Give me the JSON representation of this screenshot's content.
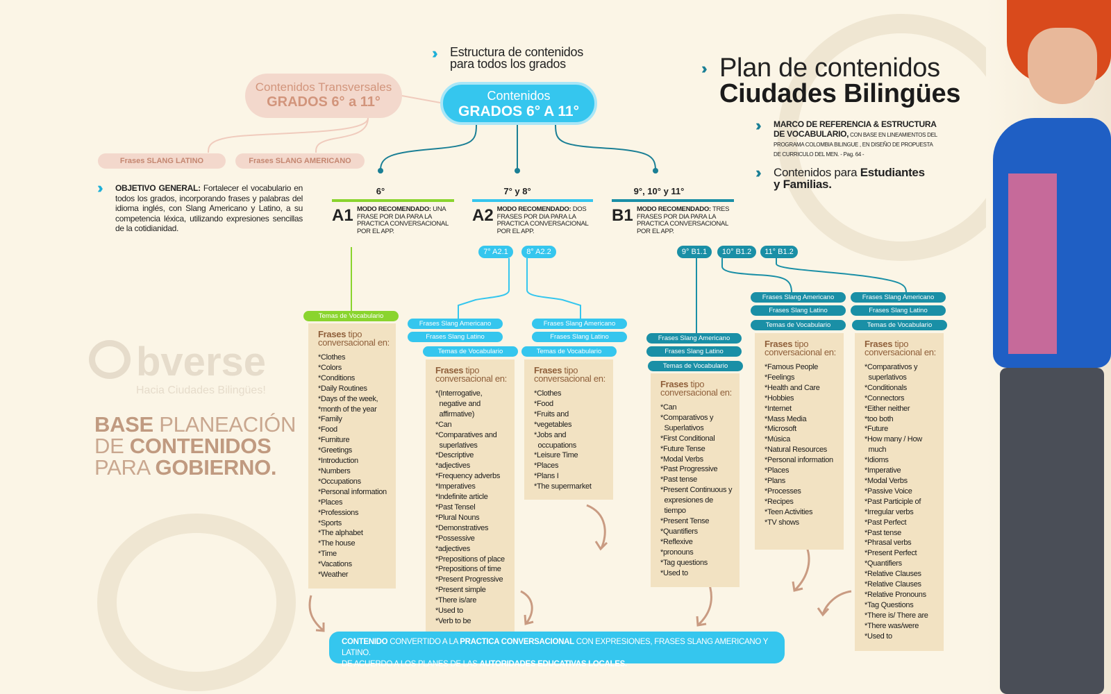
{
  "header": {
    "estructura_line1": "Estructura de contenidos",
    "estructura_line2": "para todos los grados",
    "main_pill_line1": "Contenidos",
    "main_pill_line2": "GRADOS 6° A 11°",
    "trans_line1": "Contenidos Transversales",
    "trans_line2": "GRADOS 6° a 11°",
    "slang_latino": "Frases  SLANG LATINO",
    "slang_americano": "Frases SLANG AMERICANO"
  },
  "objetivo": {
    "label": "OBJETIVO GENERAL:",
    "text": " Fortalecer el vocabulario en todos los grados, incorporando frases y palabras del idioma inglés, con Slang Americano y Latino, a su competencia léxica, utilizando expresiones sencillas de la cotidianidad."
  },
  "levels": [
    {
      "grade": "6°",
      "code": "A1",
      "modo_label": "MODO RECOMENDADO:",
      "modo_text": "UNA FRASE POR DIA PARA LA PRACTICA CONVERSACIONAL POR EL APP.",
      "color": "#8ad42e"
    },
    {
      "grade": "7° y 8°",
      "code": "A2",
      "modo_label": "MODO RECOMENDADO:",
      "modo_text": "DOS FRASES POR DIA PARA LA PRACTICA CONVERSACIONAL POR EL APP.",
      "color": "#35c6ee"
    },
    {
      "grade": "9°, 10° y 11°",
      "code": "B1",
      "modo_label": "MODO RECOMENDADO:",
      "modo_text": "TRES FRASES POR DIA PARA LA PRACTICA CONVERSACIONAL POR EL APP.",
      "color": "#1a8fa6"
    }
  ],
  "subgrades": [
    "7° A2.1",
    "8° A2.2",
    "9° B1.1",
    "10° B1.2",
    "11° B1.2"
  ],
  "tags": {
    "temas": "Temas de Vocabulario",
    "slang_am": "Frases Slang Americano",
    "slang_lat": "Frases Slang Latino"
  },
  "column_header": {
    "bold": "Frases",
    "rest1": " tipo",
    "rest2": "conversacional en:"
  },
  "columns": [
    {
      "items": [
        "*Clothes",
        "*Colors",
        "*Conditions",
        "*Daily Routines",
        "*Days of the week,",
        "*month of the year",
        "*Family",
        "*Food",
        "*Furniture",
        "*Greetings",
        "*Introduction",
        "*Numbers",
        "*Occupations",
        "*Personal information",
        "*Places",
        "*Professions",
        "*Sports",
        "*The alphabet",
        "*The house",
        "*Time",
        "*Vacations",
        "*Weather"
      ]
    },
    {
      "items": [
        "*(Interrogative,",
        "  negative and",
        "  affirmative)",
        "*Can",
        "*Comparatives and",
        "  superlatives",
        "*Descriptive",
        "*adjectives",
        "*Frequency adverbs",
        "*Imperatives",
        "*Indefinite article",
        "*Past Tensel",
        "*Plural Nouns",
        "*Demonstratives",
        "*Possessive",
        "*adjectives",
        "*Prepositions of place",
        "*Prepositions of time",
        "*Present Progressive",
        "*Present simple",
        "*There is/are",
        "*Used to",
        "*Verb to be"
      ]
    },
    {
      "items": [
        "*Clothes",
        "*Food",
        "*Fruits and",
        "*vegetables",
        "*Jobs and",
        "  occupations",
        "*Leisure Time",
        "*Places",
        "*Plans I",
        "*The supermarket"
      ]
    },
    {
      "items": [
        "*Can",
        "*Comparativos y",
        "  Superlativos",
        "*First Conditional",
        "*Future Tense",
        "*Modal Verbs",
        "*Past Progressive",
        "*Past tense",
        "*Present Continuous y",
        "  expresiones de",
        "  tiempo",
        "*Present Tense",
        "*Quantifiers",
        "*Reflexive",
        "*pronouns",
        "*Tag questions",
        "*Used to"
      ]
    },
    {
      "items": [
        "*Famous People",
        "*Feelings",
        "*Health and Care",
        "*Hobbies",
        "*Internet",
        "*Mass Media",
        "*Microsoft",
        "*Música",
        "*Natural Resources",
        "*Personal information",
        "*Places",
        "*Plans",
        "*Processes",
        "*Recipes",
        "*Teen Activities",
        "*TV shows"
      ]
    },
    {
      "items": [
        "*Comparativos y",
        "  superlativos",
        "*Conditionals",
        "*Connectors",
        "*Either neither",
        "*too both",
        "*Future",
        "*How many / How",
        "  much",
        "*Idioms",
        "*Imperative",
        "*Modal Verbs",
        "*Passive Voice",
        "*Past Participle of",
        "*Irregular verbs",
        "*Past Perfect",
        "*Past tense",
        "*Phrasal verbs",
        "*Present Perfect",
        "*Quantifiers",
        "*Relative Clauses",
        "*Relative Clauses",
        "*Relative Pronouns",
        "*Tag Questions",
        "*There is/ There are",
        "*There was/were",
        "*Used to"
      ]
    }
  ],
  "bottom": {
    "b1": "CONTENIDO",
    "t1": " CONVERTIDO A LA ",
    "b2": "PRACTICA CONVERSACIONAL",
    "t2": " CON EXPRESIONES, FRASES SLANG AMERICANO Y LATINO.",
    "t3": "DE ACUERDO A LOS PLANES DE LAS ",
    "b3": "AUTORIDADES EDUCATIVAS LOCALES."
  },
  "right": {
    "plan1": "Plan de contenidos",
    "plan2": "Ciudades Bilingües",
    "marco1": "MARCO DE REFERENCIA & ESTRUCTURA",
    "marco2": "DE VOCABULARIO,",
    "marco_small": " CON BASE EN LINEAMIENTOS DEL PROGRAMA COLOMBIA BILINGUE , EN DISEÑO DE PROPUESTA DE CURRICULO DEL MEN. - Pag. 64 -",
    "cont_a": "Contenidos para ",
    "cont_b": "Estudiantes",
    "cont_c": "y Familias."
  },
  "left": {
    "logo": "bverse",
    "logo_sub": "Hacia Ciudades Bilingües!",
    "base_b1": "BASE",
    "base_t1": " PLANEACIÓN",
    "base_t2": "DE ",
    "base_b2": "CONTENIDOS",
    "base_t3": "PARA ",
    "base_b3": "GOBIERNO."
  },
  "colors": {
    "cyan": "#35c6ee",
    "teal": "#1a8fa6",
    "green": "#8ad42e",
    "beige": "#f2e2c2",
    "salmon": "#f3d8cc"
  }
}
